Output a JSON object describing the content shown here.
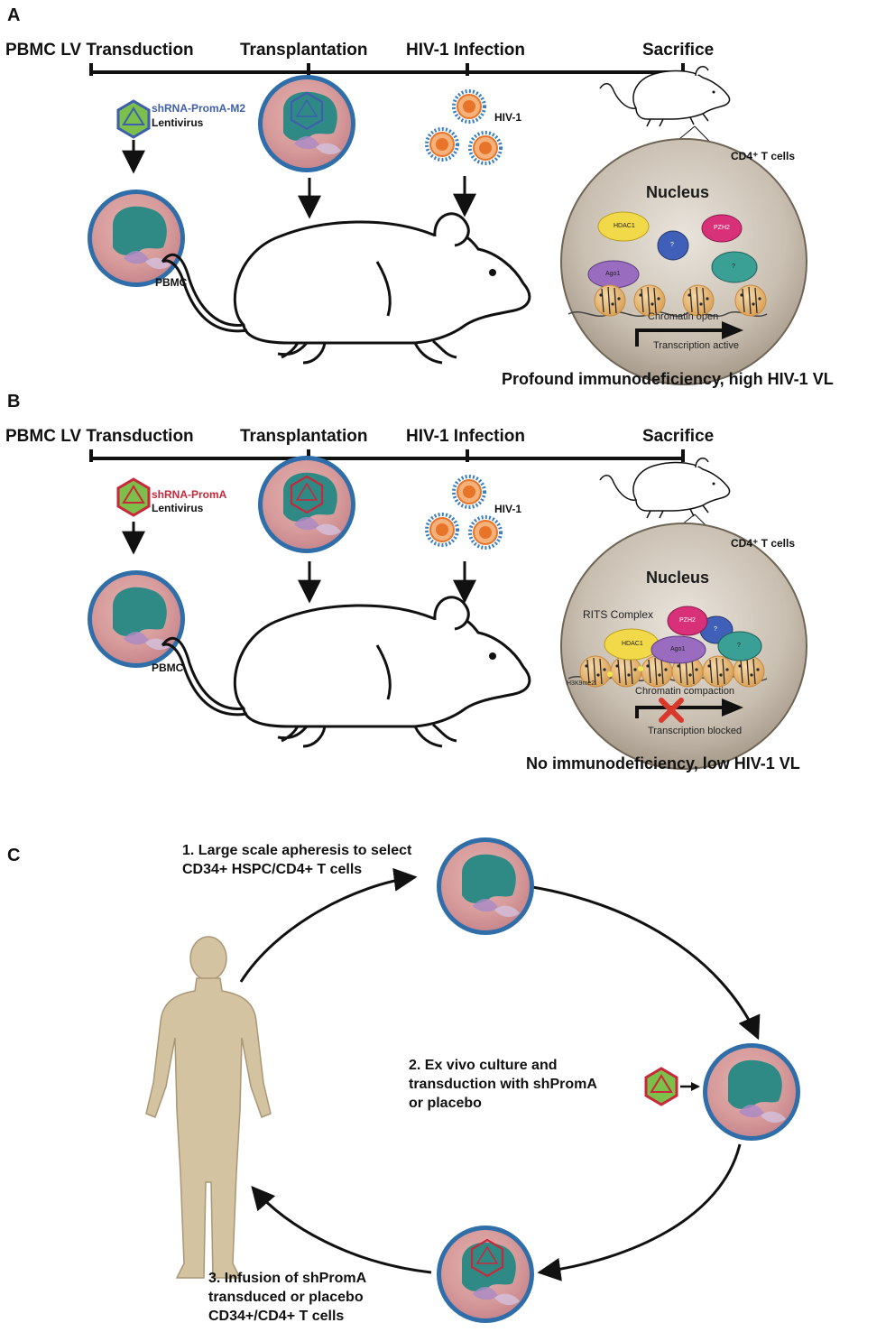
{
  "panels": {
    "A": {
      "label": "A",
      "timeline": [
        "PBMC LV Transduction",
        "Transplantation",
        "HIV-1 Infection",
        "Sacrifice"
      ],
      "vector_name": "shRNA-PromA-M2",
      "vector_type": "Lentivirus",
      "cell_label": "PBMC",
      "virus_label": "HIV-1",
      "cd4_label": "CD4⁺ T cells",
      "nucleus_title": "Nucleus",
      "proteins": [
        "HDAC1",
        "PZH2",
        "Ago1",
        "?",
        "?"
      ],
      "chromatin_text": "Chromatin open",
      "transcription_text": "Transcription active",
      "outcome": "Profound immunodeficiency, high HIV-1 VL",
      "vector_color": "#3e5fae"
    },
    "B": {
      "label": "B",
      "timeline": [
        "PBMC LV Transduction",
        "Transplantation",
        "HIV-1 Infection",
        "Sacrifice"
      ],
      "vector_name": "shRNA-PromA",
      "vector_type": "Lentivirus",
      "cell_label": "PBMC",
      "virus_label": "HIV-1",
      "cd4_label": "CD4⁺ T cells",
      "nucleus_title": "Nucleus",
      "complex_label": "RITS Complex",
      "proteins": [
        "HDAC1",
        "PZH2",
        "Ago1",
        "?",
        "?"
      ],
      "histone_mark": "H3K9me2",
      "chromatin_text": "Chromatin compaction",
      "transcription_text": "Transcription blocked",
      "outcome": "No immunodeficiency, low HIV-1 VL",
      "vector_color": "#c8283a"
    },
    "C": {
      "label": "C",
      "step1": "1. Large scale apheresis to select\nCD34+ HSPC/CD4+ T cells",
      "step2": "2. Ex vivo culture and\ntransduction with shPromA\nor placebo",
      "step3": "3. Infusion of shPromA\ntransduced or placebo\nCD34+/CD4+ T cells"
    }
  },
  "colors": {
    "cell_outer": "#2f6ea8",
    "cell_body": "#d69a9a",
    "nucleus_teal": "#2f8a86",
    "virus_core": "#e8742a",
    "virus_spikes": "#3a7fc0",
    "hdac1": "#f2d94a",
    "pzh2": "#d9307a",
    "ago1": "#9a6cc0",
    "q1": "#3f5fb8",
    "q2": "#3aa096",
    "human": "#d4c3a0",
    "block_x": "#d8392b"
  }
}
